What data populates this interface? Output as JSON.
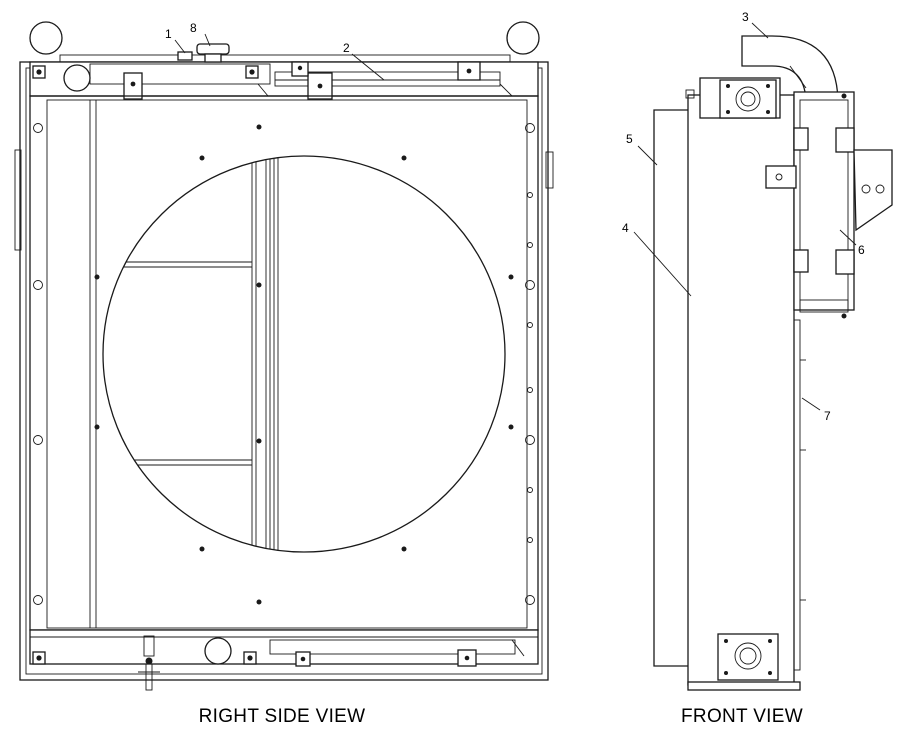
{
  "views": {
    "right_side": {
      "title": "RIGHT SIDE VIEW"
    },
    "front": {
      "title": "FRONT VIEW"
    }
  },
  "callouts": {
    "c1": "1",
    "c2": "2",
    "c3": "3",
    "c4": "4",
    "c5": "5",
    "c6": "6",
    "c7": "7",
    "c8": "8"
  },
  "colors": {
    "line": "#1a1a1a",
    "background": "#ffffff"
  }
}
